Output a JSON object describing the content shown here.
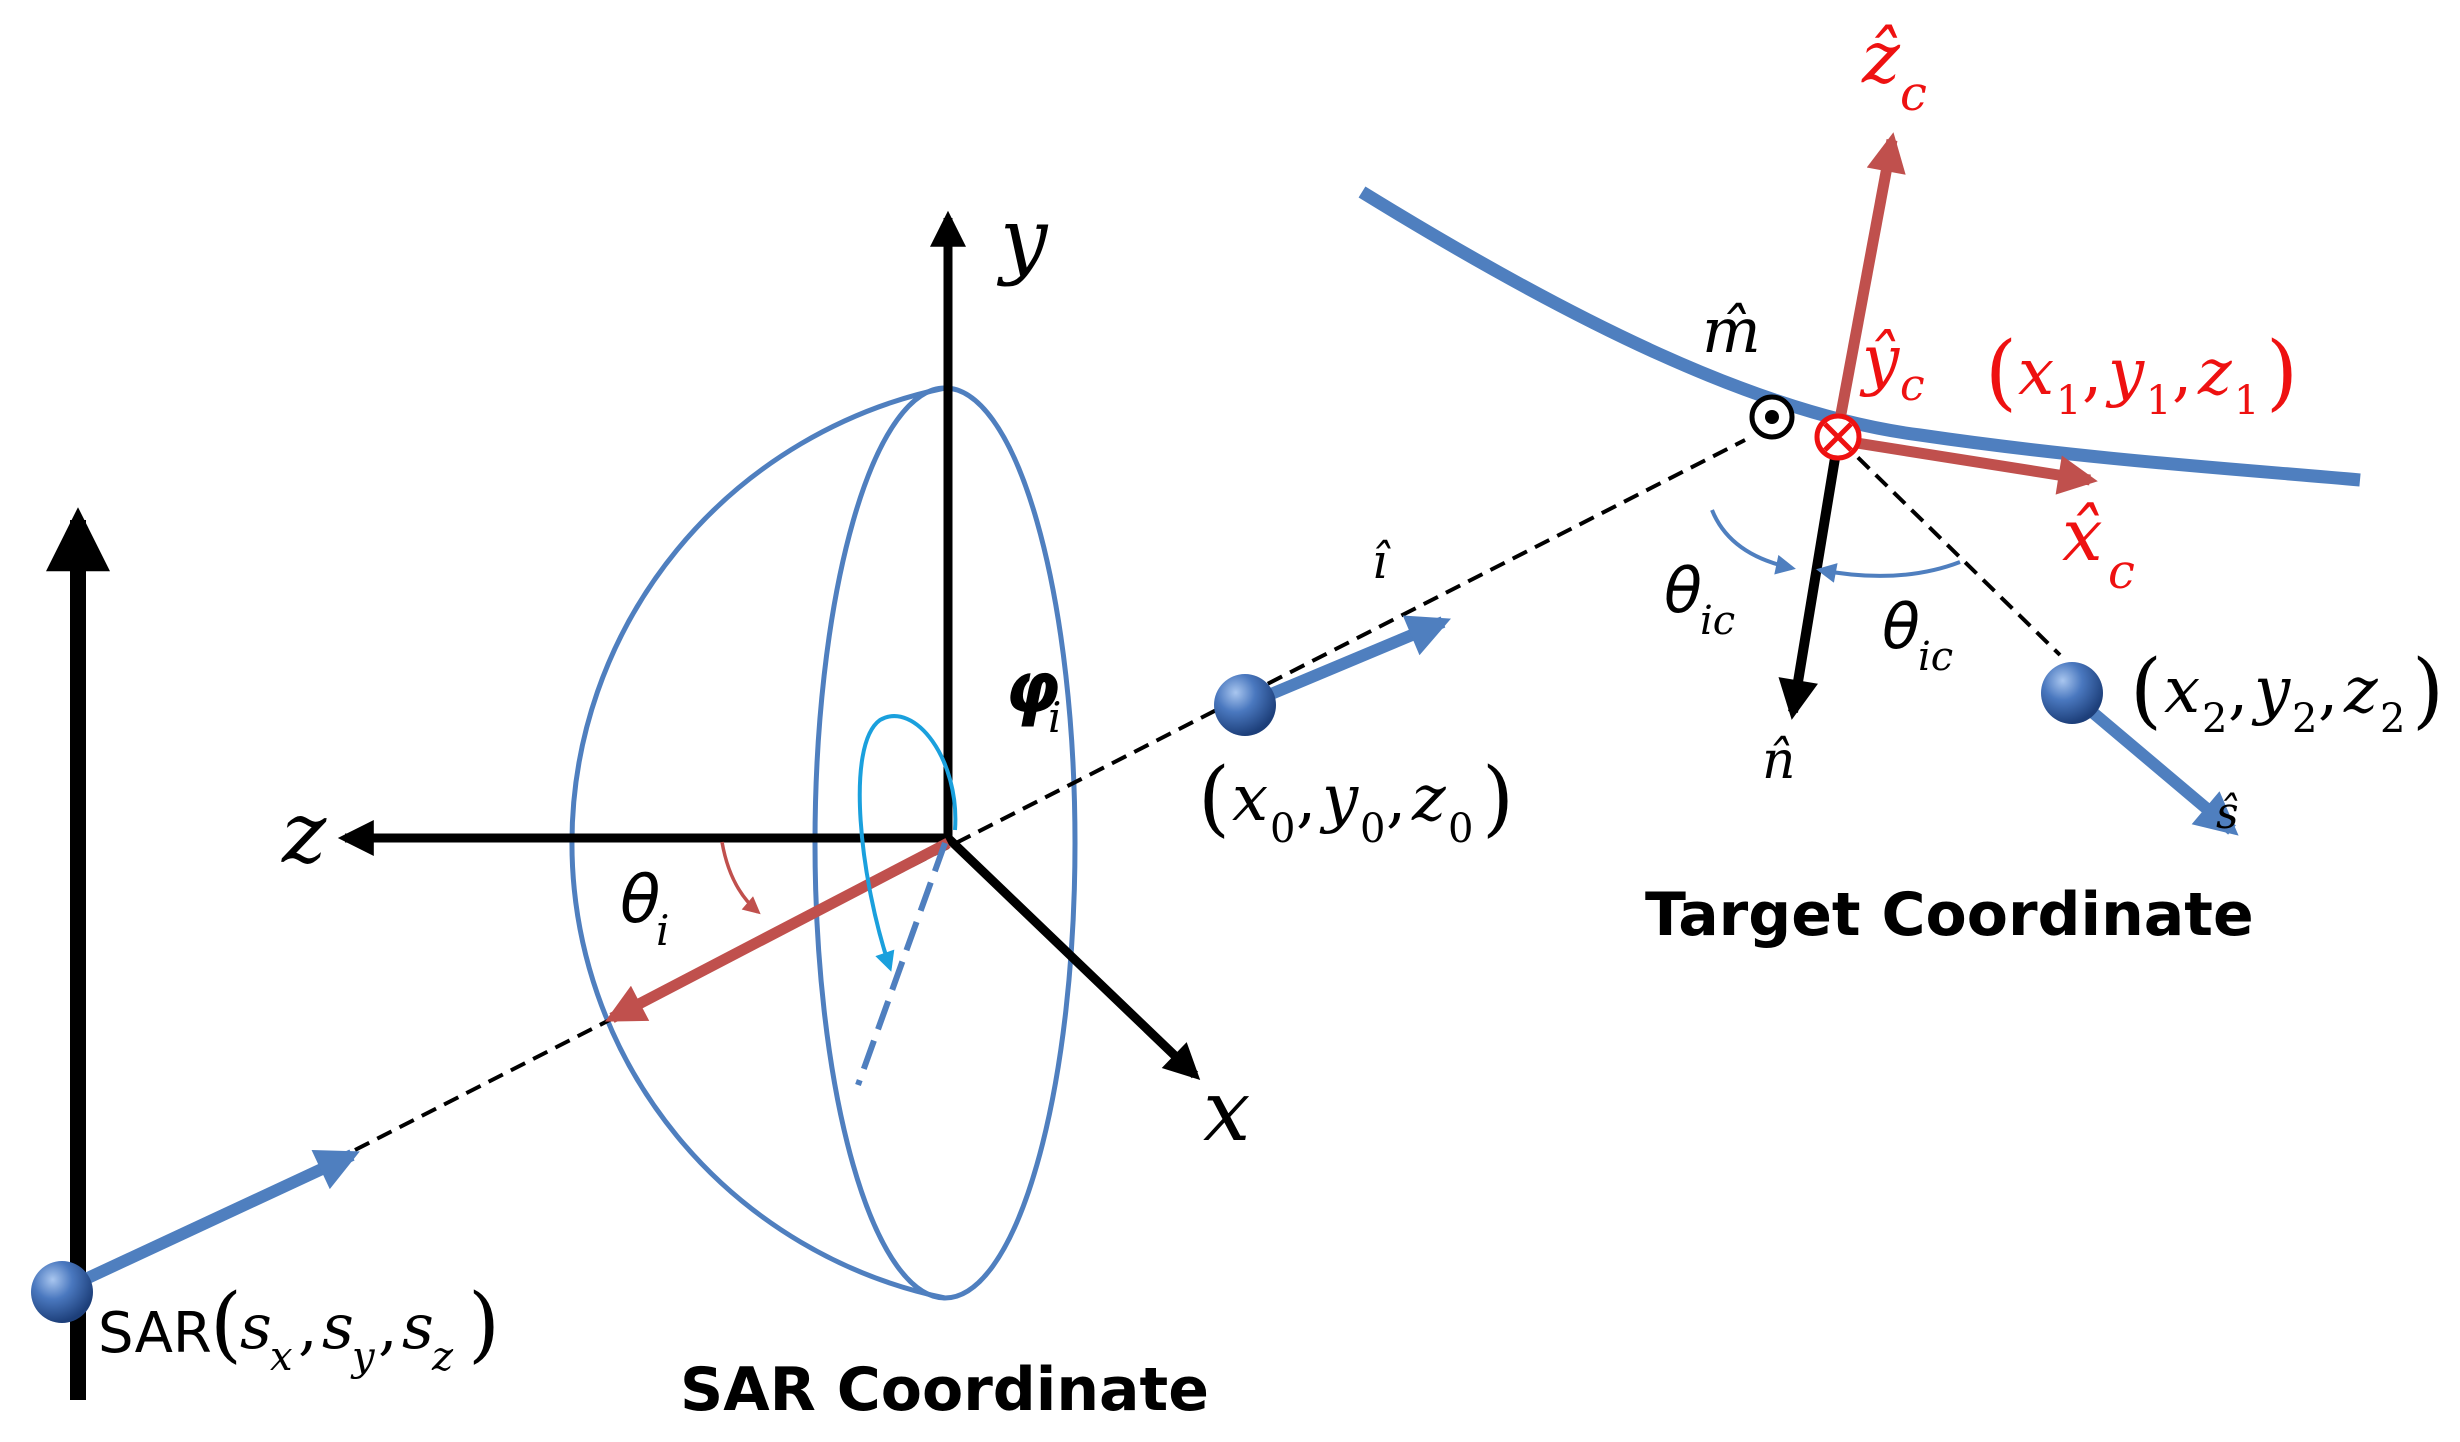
{
  "colors": {
    "blue": "#4f7fbf",
    "red": "#c0504d",
    "bright_red": "#ee1111",
    "cyan": "#1aa0dd",
    "black": "#000000"
  },
  "sar_axes": {
    "y": "y",
    "z": "z",
    "x": "x",
    "theta": "θ",
    "theta_sub": "i",
    "phi": "φ",
    "phi_sub": "i"
  },
  "sar_point": {
    "prefix": "SAR",
    "open": "(",
    "s1": "s",
    "s1_sub": "x",
    "s2": "s",
    "s2_sub": "y",
    "s3": "s",
    "s3_sub": "z",
    "sep": ",",
    "close": ")"
  },
  "p0": {
    "open": "(",
    "a": "x",
    "a_sub": "0",
    "b": "y",
    "b_sub": "0",
    "c": "z",
    "c_sub": "0",
    "sep": ",",
    "close": ")"
  },
  "incident_label": "î",
  "target": {
    "m_hat": "m̂",
    "y_c_hat": "ŷ",
    "y_c_sub": "c",
    "z_c_hat": "ẑ",
    "z_c_sub": "c",
    "x_c_hat": "x̂",
    "x_c_sub": "c",
    "p1": {
      "open": "(",
      "a": "x",
      "a_sub": "1",
      "b": "y",
      "b_sub": "1",
      "c": "z",
      "c_sub": "1",
      "sep": ",",
      "close": ")"
    },
    "theta_left": "θ",
    "theta_left_sub": "ic",
    "theta_right": "θ",
    "theta_right_sub": "ic",
    "n_hat": "n̂",
    "p2": {
      "open": "(",
      "a": "x",
      "a_sub": "2",
      "b": "y",
      "b_sub": "2",
      "c": "z",
      "c_sub": "2",
      "sep": ",",
      "close": ")"
    },
    "s_hat": "ŝ"
  },
  "captions": {
    "sar": "SAR Coordinate",
    "target": "Target Coordinate"
  }
}
